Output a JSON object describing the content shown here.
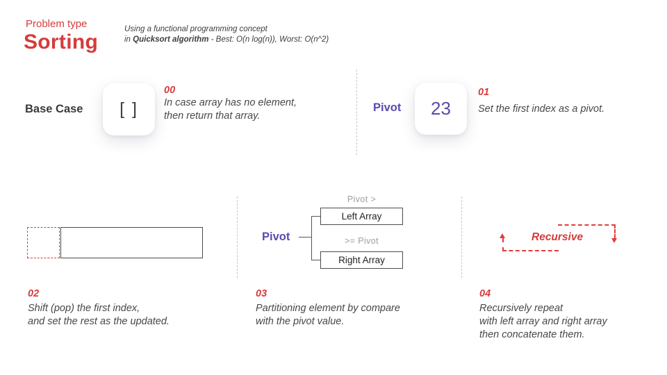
{
  "colors": {
    "red": "#d63b3b",
    "purple": "#5b4aae",
    "dark": "#3a3a3a",
    "gray": "#9e9e9e"
  },
  "header": {
    "eyebrow": "Problem type",
    "title": "Sorting",
    "subtitle_line1": "Using a functional programming concept",
    "subtitle_line2_prefix": "in ",
    "subtitle_bold": "Quicksort algorithm",
    "subtitle_line2_suffix": " - Best: O(n log(n)), Worst: O(n^2)"
  },
  "base_case": {
    "label": "Base Case",
    "card_symbol": "[ ]",
    "step_number": "00",
    "line1": "In case array has no element,",
    "line2": "then return that array."
  },
  "pivot_step": {
    "label": "Pivot",
    "card_value": "23",
    "step_number": "01",
    "line1": "Set the first index as a pivot."
  },
  "step02": {
    "step_number": "02",
    "line1": "Shift (pop) the first index,",
    "line2": "and set the rest as the updated."
  },
  "step03": {
    "step_number": "03",
    "pivot_label": "Pivot",
    "condition_top": "Pivot >",
    "left_box": "Left Array",
    "condition_bottom": ">= Pivot",
    "right_box": "Right Array",
    "line1": "Partitioning element by compare",
    "line2": "with the pivot value."
  },
  "step04": {
    "step_number": "04",
    "recursive_label": "Recursive",
    "line1": "Recursively repeat",
    "line2": "with left array and right array",
    "line3": "then concatenate them."
  }
}
